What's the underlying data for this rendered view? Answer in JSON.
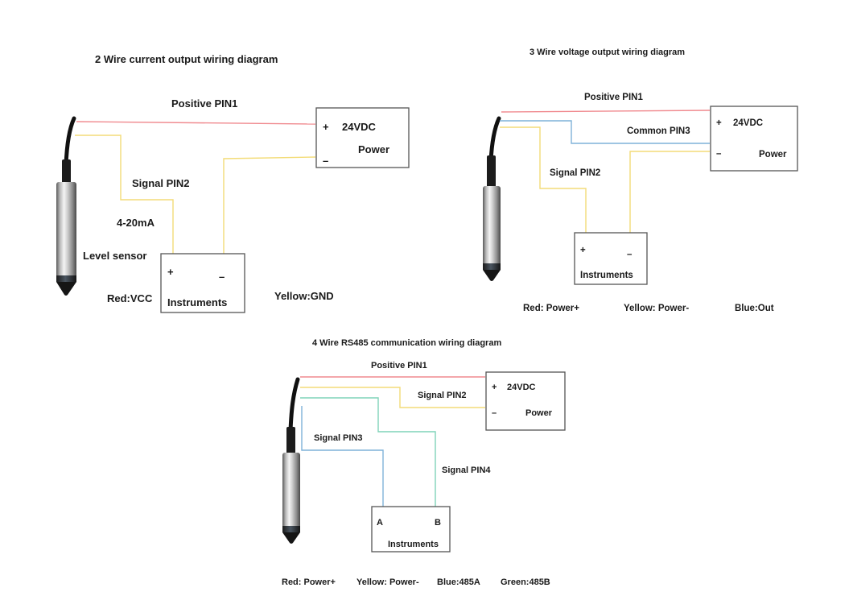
{
  "colors": {
    "red_wire": "#f08a8f",
    "yellow_wire": "#f3dc78",
    "blue_wire": "#7fb2d9",
    "green_wire": "#7fd3b8",
    "box_border": "#555555",
    "text": "#1a1a1a"
  },
  "diagram_2wire": {
    "title": "2 Wire current output wiring diagram",
    "positive_label": "Positive PIN1",
    "signal_label": "Signal PIN2",
    "current_label": "4-20mA",
    "sensor_label": "Level sensor",
    "power_box": {
      "plus": "+",
      "voltage": "24VDC",
      "power": "Power",
      "minus": "–"
    },
    "instrument_box": {
      "plus": "+",
      "minus": "–",
      "label": "Instruments"
    },
    "legend": {
      "red": "Red:VCC",
      "yellow": "Yellow:GND"
    }
  },
  "diagram_3wire": {
    "title": "3 Wire voltage output wiring diagram",
    "positive_label": "Positive PIN1",
    "common_label": "Common PIN3",
    "signal_label": "Signal PIN2",
    "power_box": {
      "plus": "+",
      "voltage": "24VDC",
      "power": "Power",
      "minus": "–"
    },
    "instrument_box": {
      "plus": "+",
      "minus": "–",
      "label": "Instruments"
    },
    "legend": {
      "red": "Red: Power+",
      "yellow": "Yellow: Power-",
      "blue": "Blue:Out"
    }
  },
  "diagram_4wire": {
    "title": "4 Wire RS485 communication wiring diagram",
    "positive_label": "Positive PIN1",
    "signal2_label": "Signal PIN2",
    "signal3_label": "Signal PIN3",
    "signal4_label": "Signal PIN4",
    "power_box": {
      "plus": "+",
      "voltage": "24VDC",
      "power": "Power",
      "minus": "–"
    },
    "instrument_box": {
      "a": "A",
      "b": "B",
      "label": "Instruments"
    },
    "legend": {
      "red": "Red: Power+",
      "yellow": "Yellow: Power-",
      "blue": "Blue:485A",
      "green": "Green:485B"
    }
  }
}
